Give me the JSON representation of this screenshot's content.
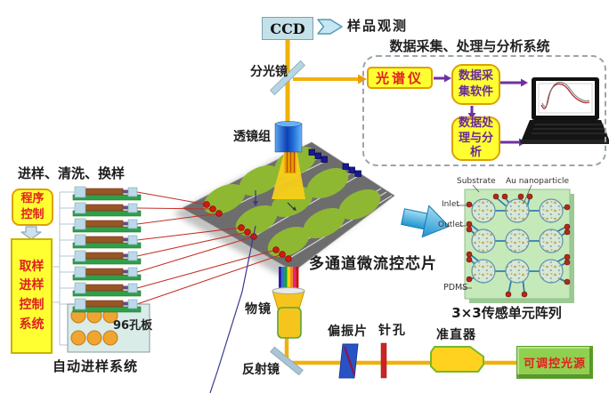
{
  "observation": {
    "ccd": "CCD",
    "sample_observation": "样品观测",
    "beam_splitter": "分光镜",
    "lens_group": "透镜组"
  },
  "daq": {
    "title": "数据采集、处理与分析系统",
    "spectrometer": "光谱仪",
    "acquisition_software": "数据采集软件",
    "processing_analysis": "数据处理与分析"
  },
  "sampling": {
    "header": "进样、清洗、换样",
    "program_control": "程序控制",
    "sampling_control": "取样进样控制系统",
    "well_plate": "96孔板",
    "system_caption": "自动进样系统",
    "syringe_count": 8
  },
  "chip": {
    "label": "多通道微流控芯片"
  },
  "sensor_detail": {
    "substrate": "Substrate",
    "au_nanoparticle": "Au nanoparticle",
    "inlet": "Inlet",
    "outlet": "Outlet",
    "pdms": "PDMS",
    "caption": "3×3传感单元阵列"
  },
  "optics": {
    "objective": "物镜",
    "mirror": "反射镜",
    "polarizer": "偏振片",
    "pinhole": "针孔",
    "collimator": "准直器",
    "light_source": "可调控光源"
  },
  "colors": {
    "beam": "#f2b10a",
    "box_yellow": "#ffff31",
    "box_border": "#dda000",
    "spectrometer_text": "#e02020",
    "flow_text": "#6a2a9a",
    "arrow_purple": "#7030a0",
    "chip_gray": "#6d6d6d",
    "sensor_green": "#8fb832",
    "capillary_red": "#c23028",
    "source_green": "#8fd14f",
    "detail_pdms": "#c6e9ba"
  }
}
